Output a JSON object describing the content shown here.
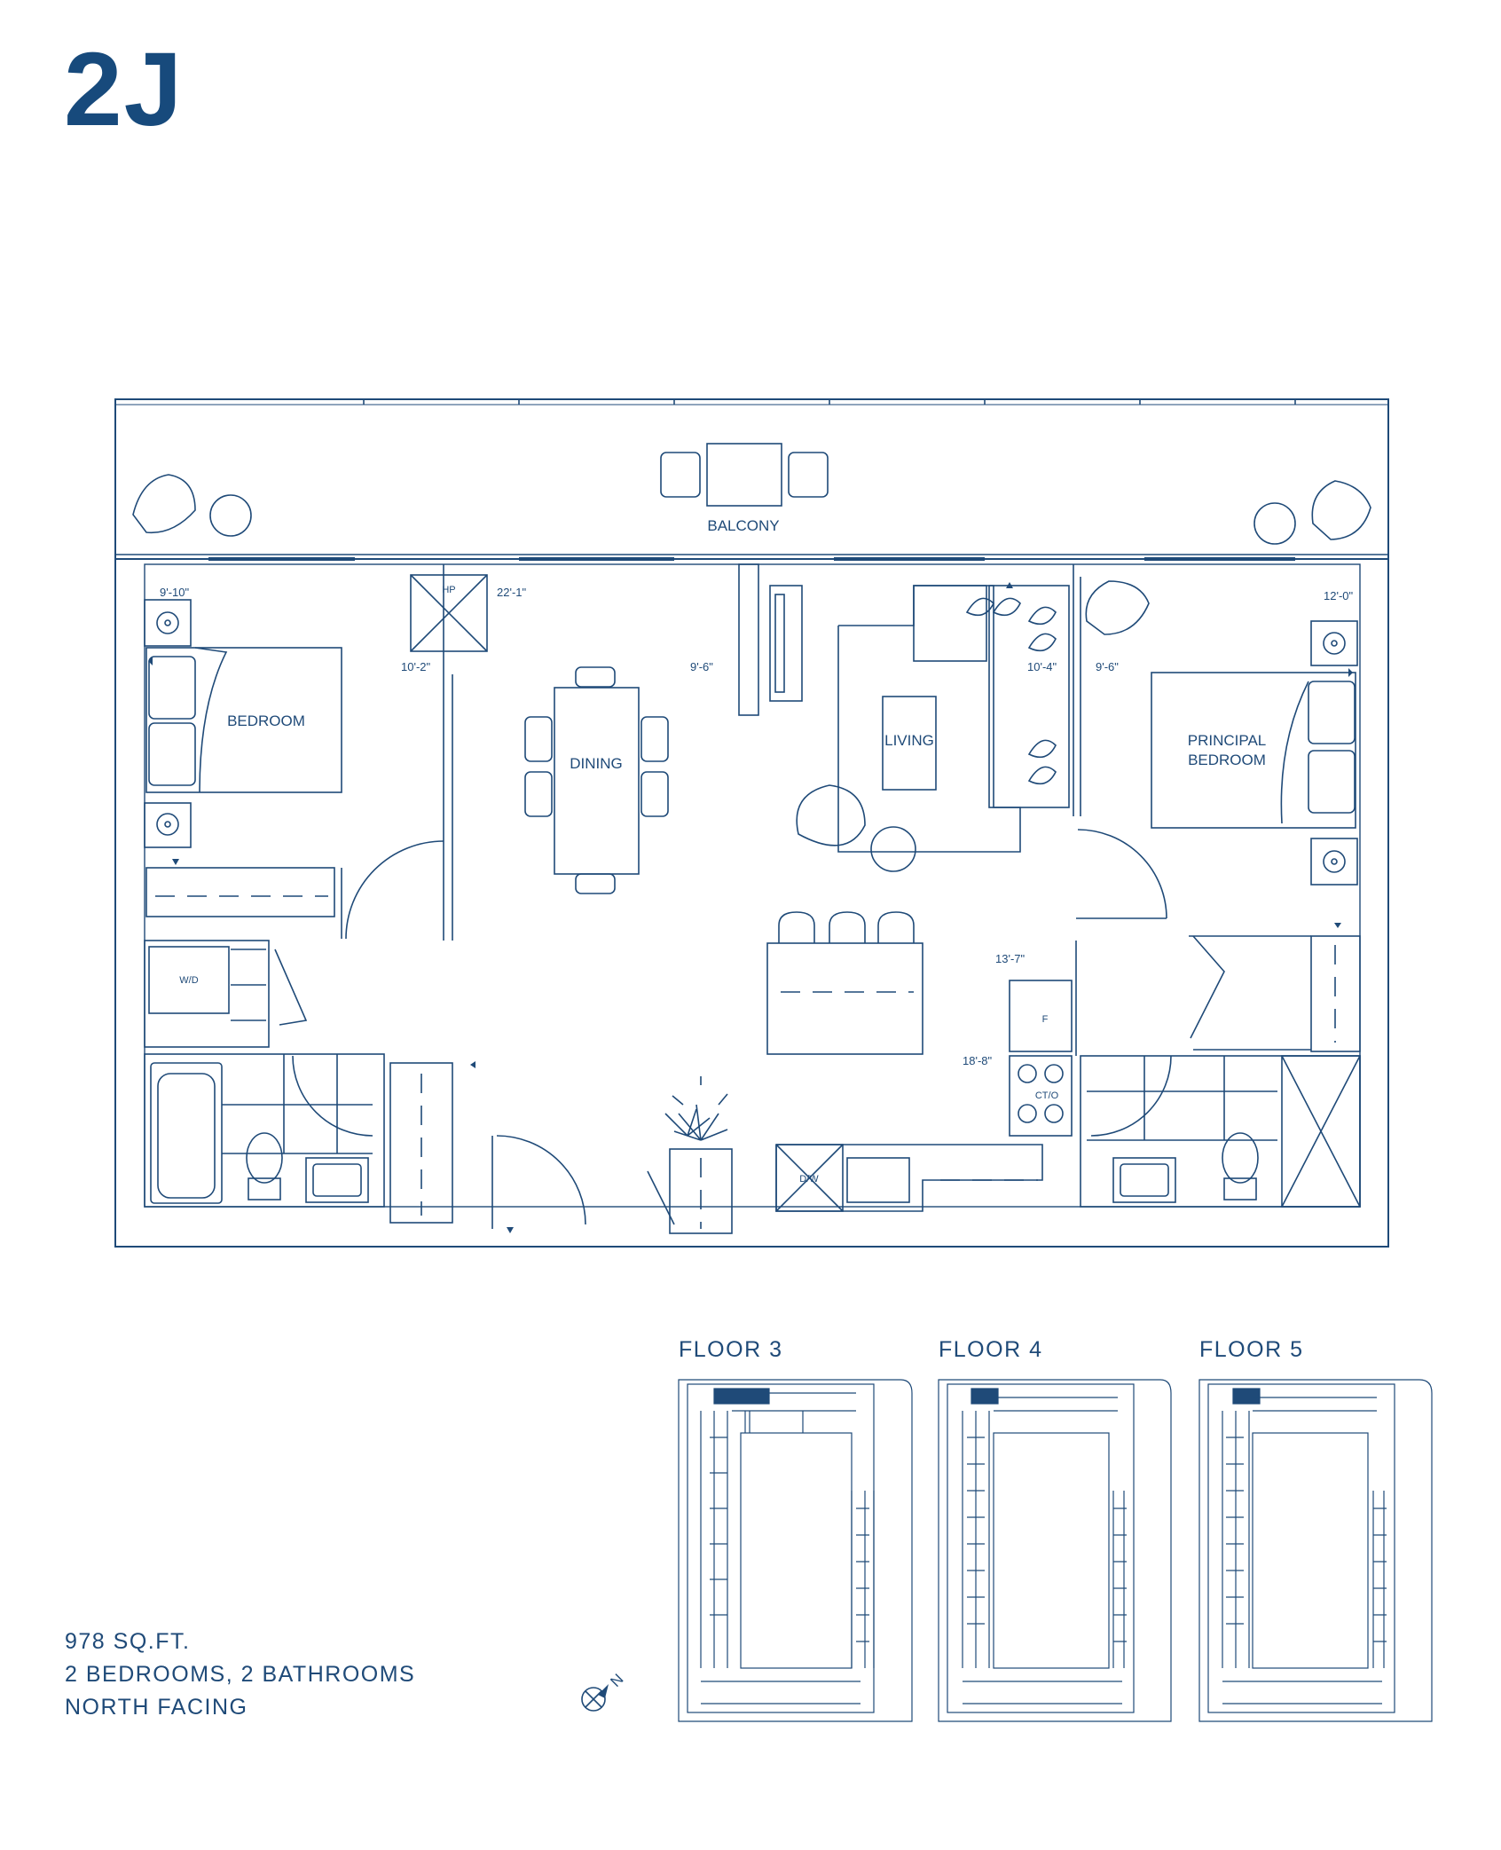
{
  "unit": {
    "name": "2J"
  },
  "rooms": {
    "balcony": "BALCONY",
    "bedroom": "BEDROOM",
    "dining": "DINING",
    "living": "LIVING",
    "principal_line1": "PRINCIPAL",
    "principal_line2": "BEDROOM",
    "wd": "W/D",
    "hp": "HP",
    "fridge": "F",
    "cooktop": "CT/O",
    "dishwasher": "D/W"
  },
  "dimensions": {
    "bedroom": "9'-10\"",
    "bedroom_depth": "10'-2\"",
    "dining_w": "22'-1\"",
    "dining_d": "9'-6\"",
    "living_w": "10'-4\"",
    "principal_d": "9'-6\"",
    "principal_w": "12'-0\"",
    "kitchen_top": "13'-7\"",
    "kitchen_bottom": "18'-8\""
  },
  "floors": {
    "floor3": "FLOOR 3",
    "floor4": "FLOOR 4",
    "floor5": "FLOOR 5"
  },
  "info": {
    "area": "978 SQ.FT.",
    "rooms": "2 BEDROOMS, 2 BATHROOMS",
    "facing": "NORTH FACING"
  },
  "compass": {
    "letter": "N"
  },
  "colors": {
    "line": "#1f4a78",
    "title": "#174a7c",
    "highlight": "#1f4a78"
  }
}
